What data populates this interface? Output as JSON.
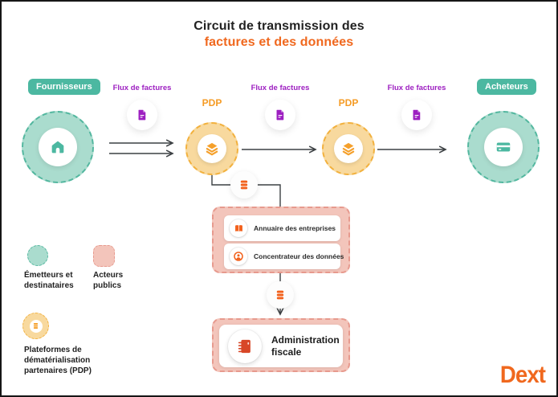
{
  "title": {
    "line1": "Circuit de transmission des",
    "line2": "factures et des données"
  },
  "nodes": {
    "fournisseurs": {
      "badge": "Fournisseurs",
      "icon": "house-icon"
    },
    "acheteurs": {
      "badge": "Acheteurs",
      "icon": "credit-card-icon"
    },
    "pdp1": {
      "label": "PDP",
      "icon": "layers-icon"
    },
    "pdp2": {
      "label": "PDP",
      "icon": "layers-icon"
    }
  },
  "flux": [
    {
      "label": "Flux de factures",
      "icon": "invoice-document-icon"
    },
    {
      "label": "Flux de factures",
      "icon": "invoice-document-icon"
    },
    {
      "label": "Flux de factures",
      "icon": "invoice-document-icon"
    }
  ],
  "connectors": {
    "icon": "database-icon"
  },
  "public_box": {
    "items": [
      {
        "label": "Annuaire des entreprises",
        "icon": "address-book-icon"
      },
      {
        "label": "Concentrateur des données",
        "icon": "person-badge-icon"
      }
    ]
  },
  "admin_box": {
    "label": "Administration fiscale",
    "icon": "notebook-icon"
  },
  "legend": {
    "emitters": {
      "label": "Émetteurs et destinataires"
    },
    "public": {
      "label": "Acteurs publics"
    },
    "pdp": {
      "label": "Plateformes de dématérialisation partenaires (PDP)"
    }
  },
  "logo": {
    "text": "Dext"
  },
  "colors": {
    "teal": "#4CB8A1",
    "teal_light": "#AADCCE",
    "gold": "#F5A02B",
    "gold_light": "#F8D99E",
    "purple": "#9D1FC1",
    "orange": "#F0681E",
    "orange_deep": "#F2611C",
    "red_orange": "#D84727",
    "pink_light": "#F3C5BB",
    "pink_border": "#E79A8E",
    "wire": "#3C4043"
  }
}
